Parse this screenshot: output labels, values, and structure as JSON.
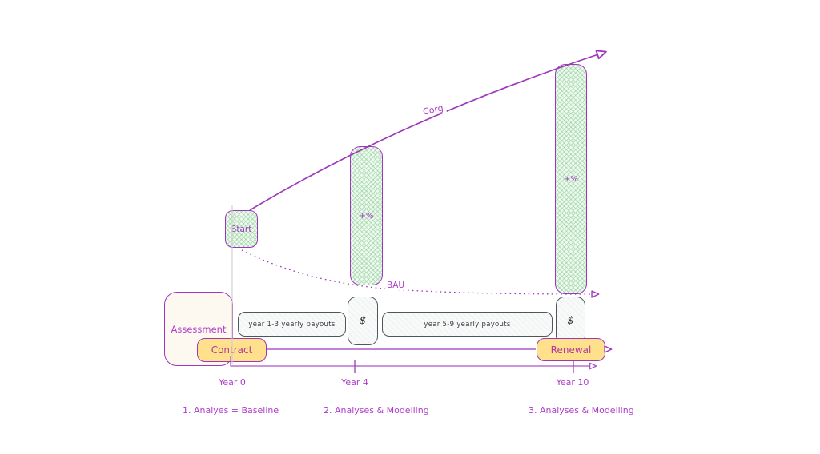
{
  "colors": {
    "purple_stroke": "#9e37bd",
    "purple_text": "#ad3cc9",
    "yellow_fill": "#ffe18c",
    "green_fill": "#eef9ef",
    "green_hatch": "#74c27e",
    "gray_border": "#4f555b",
    "light_fill": "#f8fafa",
    "dark_text": "#343a40",
    "axis_gray": "#cfcccc"
  },
  "diagram": {
    "corg_curve_label": "Corg",
    "bau_curve_label": "BAU",
    "start_box_label": "Start",
    "uplift_bars": [
      {
        "label": "+%"
      },
      {
        "label": "+%"
      }
    ],
    "assessment_label": "Assessment",
    "contract_label": "Contract",
    "renewal_label": "Renewal",
    "payouts": [
      {
        "label": "year 1-3 yearly payouts"
      },
      {
        "label": "$"
      },
      {
        "label": "year 5-9 yearly payouts"
      },
      {
        "label": "$"
      }
    ],
    "timeline": {
      "years": [
        {
          "label": "Year 0"
        },
        {
          "label": "Year 4"
        },
        {
          "label": "Year 10"
        }
      ]
    },
    "phases": [
      {
        "label": "1. Analyes = Baseline"
      },
      {
        "label": "2. Analyses & Modelling"
      },
      {
        "label": "3. Analyses & Modelling"
      }
    ]
  }
}
